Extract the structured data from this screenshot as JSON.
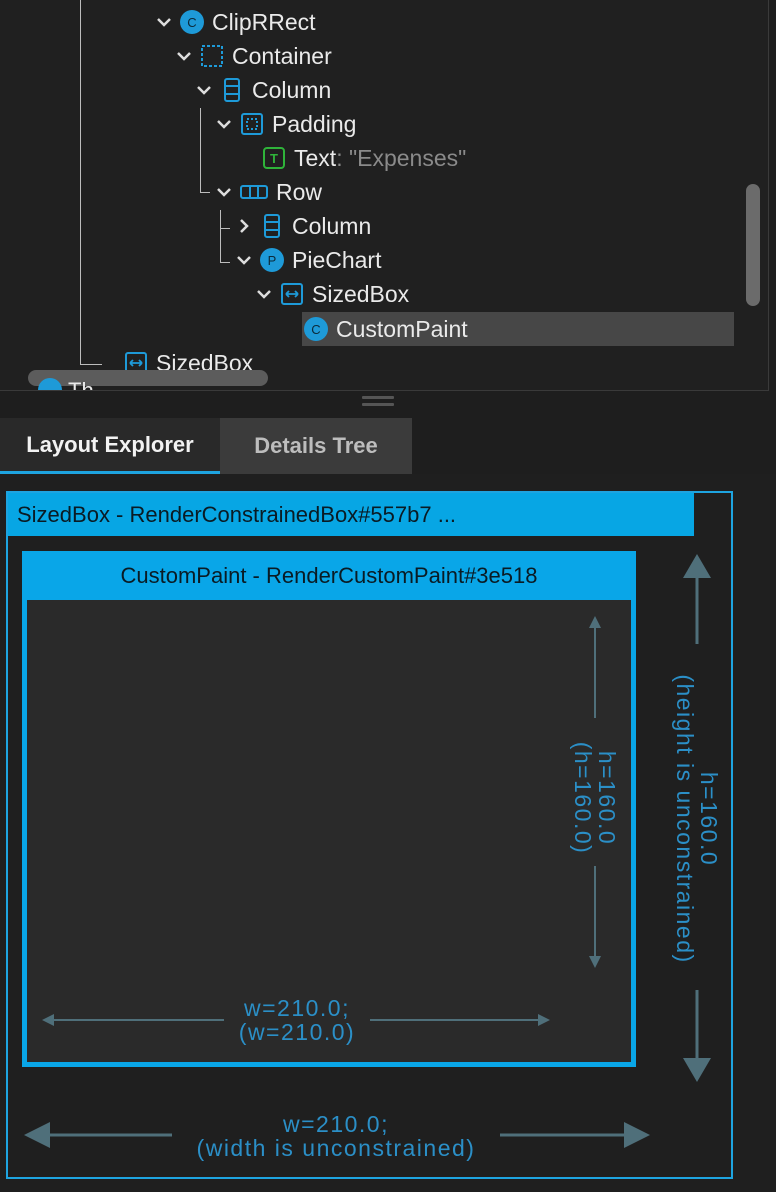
{
  "tree": {
    "nodes": [
      {
        "name": "ClipRRect",
        "value": "",
        "icon": "circle-c-icon",
        "badge": "C",
        "expanded": "down"
      },
      {
        "name": "Container",
        "value": "",
        "icon": "container-icon",
        "badge": "",
        "expanded": "down"
      },
      {
        "name": "Column",
        "value": "",
        "icon": "column-icon",
        "badge": "",
        "expanded": "down"
      },
      {
        "name": "Padding",
        "value": "",
        "icon": "padding-icon",
        "badge": "",
        "expanded": "down"
      },
      {
        "name": "Text",
        "value": ": \"Expenses\"",
        "icon": "text-icon",
        "badge": "T",
        "expanded": "none"
      },
      {
        "name": "Row",
        "value": "",
        "icon": "row-icon",
        "badge": "",
        "expanded": "down"
      },
      {
        "name": "Column",
        "value": "",
        "icon": "column-icon",
        "badge": "",
        "expanded": "right"
      },
      {
        "name": "PieChart",
        "value": "",
        "icon": "circle-p-icon",
        "badge": "P",
        "expanded": "down"
      },
      {
        "name": "SizedBox",
        "value": "",
        "icon": "sizedbox-icon",
        "badge": "",
        "expanded": "down"
      },
      {
        "name": "CustomPaint",
        "value": "",
        "icon": "circle-c-icon",
        "badge": "C",
        "expanded": "none",
        "selected": true
      },
      {
        "name": "SizedBox",
        "value": "",
        "icon": "sizedbox-icon",
        "badge": "",
        "expanded": "none"
      }
    ],
    "partial_node_text": "Th"
  },
  "tabs": [
    {
      "label": "Layout Explorer",
      "active": true
    },
    {
      "label": "Details Tree",
      "active": false
    }
  ],
  "layout": {
    "outer_title": "SizedBox - RenderConstrainedBox#557b7 ...",
    "inner_title": "CustomPaint - RenderCustomPaint#3e518",
    "inner_height_line1": "h=160.0",
    "inner_height_line2": "(h=160.0)",
    "inner_width_line1": "w=210.0;",
    "inner_width_line2": "(w=210.0)",
    "outer_height_line1": "h=160.0",
    "outer_height_line2": "(height is unconstrained)",
    "outer_width_line1": "w=210.0;",
    "outer_width_line2": "(width is unconstrained)"
  },
  "colors": {
    "accent": "#09a6e8",
    "dimension_text": "#2b8fc7",
    "arrow": "#4f6f7a",
    "selected_row": "#474747",
    "background": "#1e1e1e"
  }
}
